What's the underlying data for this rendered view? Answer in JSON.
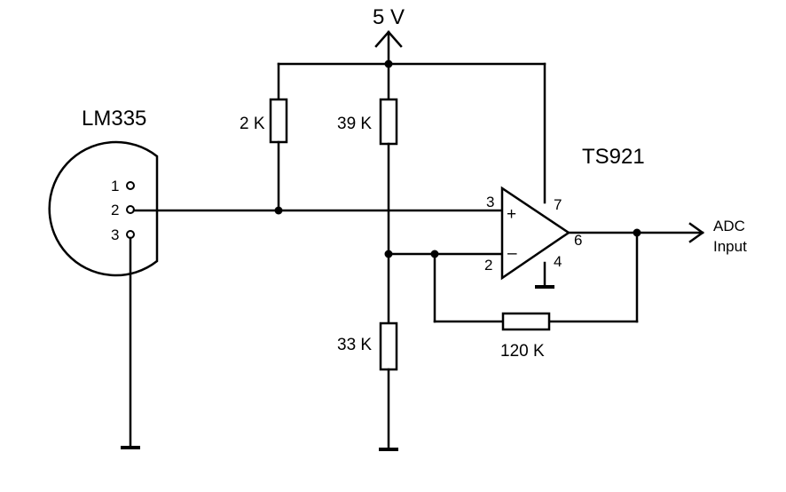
{
  "supply": {
    "label": "5 V"
  },
  "sensor": {
    "name": "LM335",
    "pins": [
      "1",
      "2",
      "3"
    ]
  },
  "resistors": {
    "r_pullup": "2 K",
    "r_top": "39 K",
    "r_bottom": "33 K",
    "r_feedback": "120 K"
  },
  "opamp": {
    "name": "TS921",
    "pin_noninv": "3",
    "pin_inv": "2",
    "pin_vcc": "7",
    "pin_gnd": "4",
    "pin_out": "6",
    "plus_sign": "+",
    "minus_sign": "–"
  },
  "output": {
    "line1": "ADC",
    "line2": "Input"
  }
}
